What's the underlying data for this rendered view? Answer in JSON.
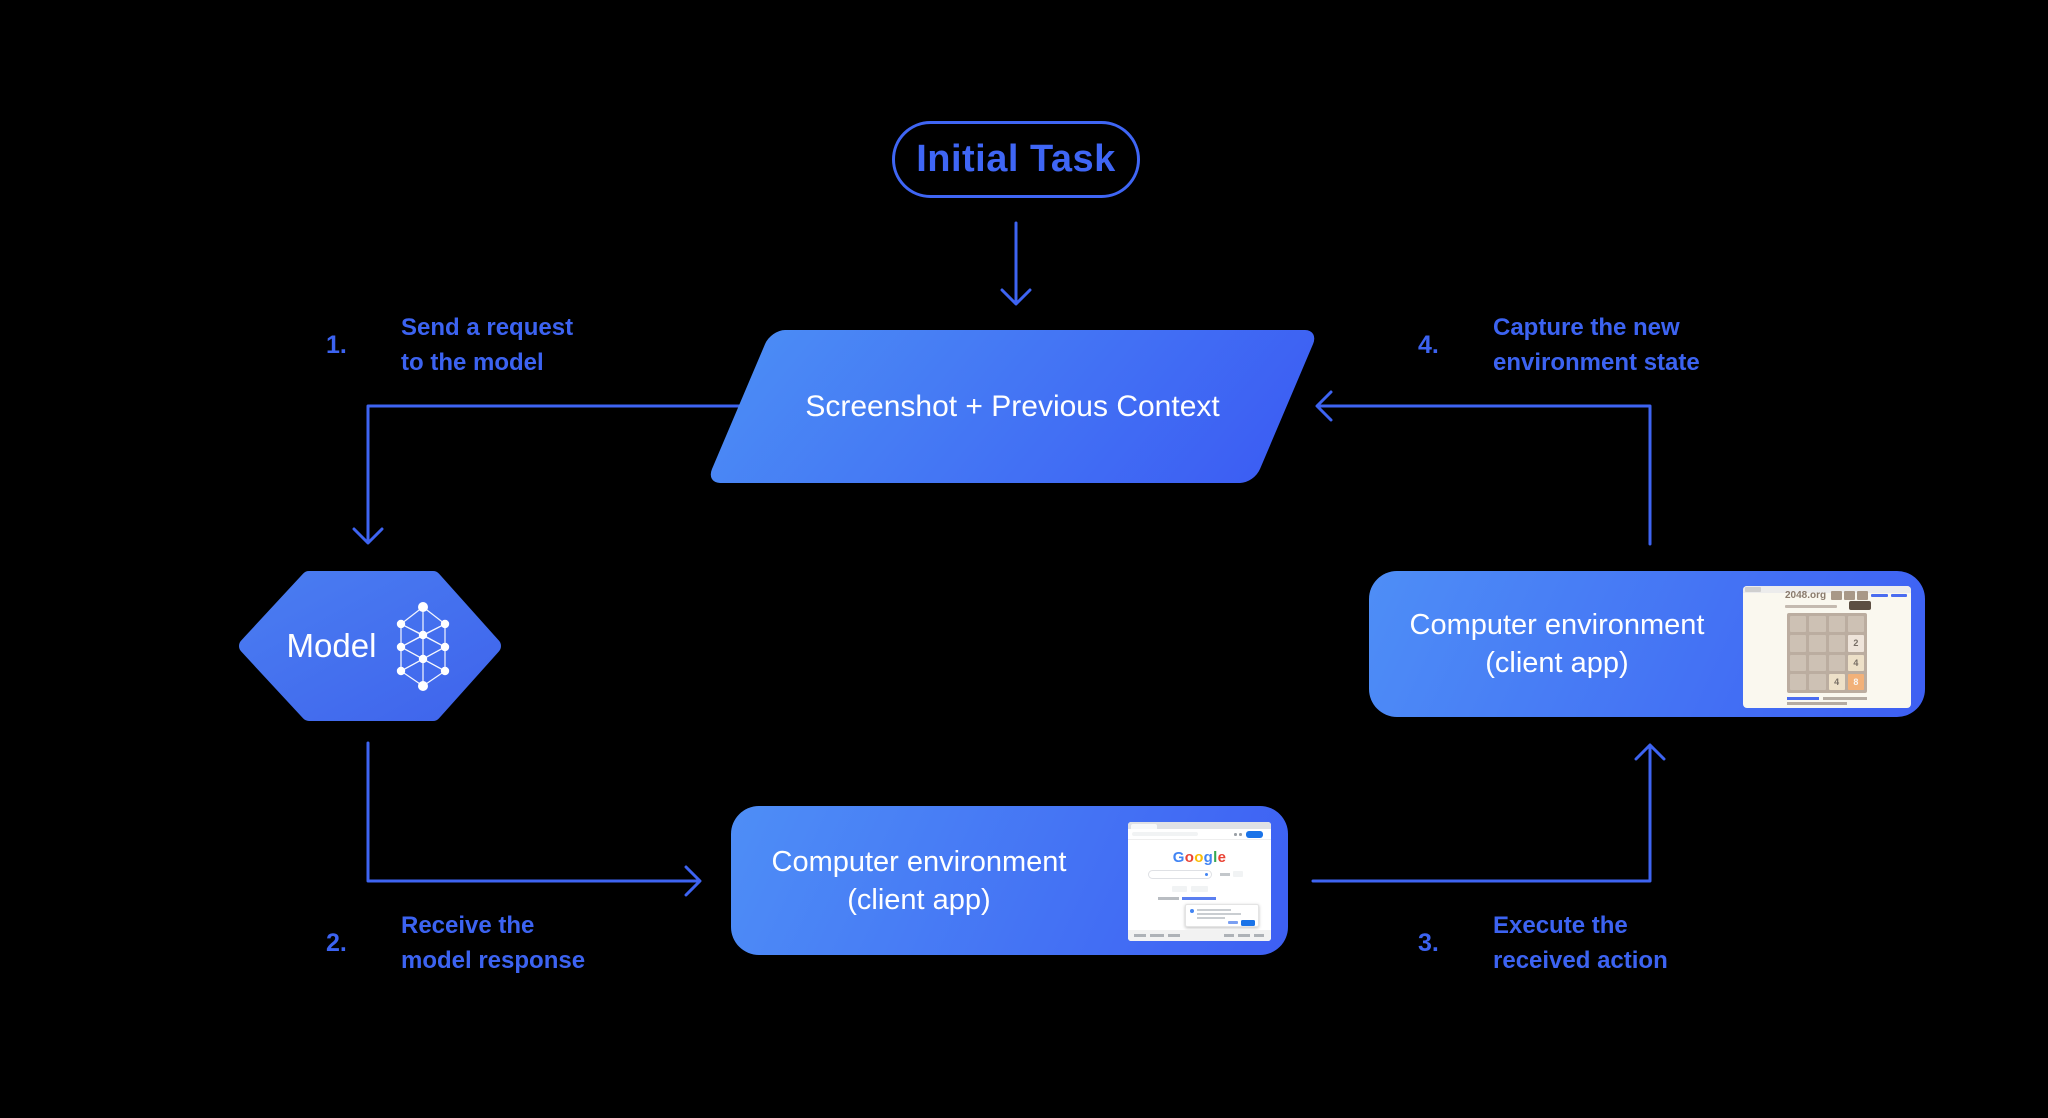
{
  "colors": {
    "background": "#000000",
    "accent": "#3E64F2",
    "shape_gradient_start": "#4E8EF6",
    "shape_gradient_end": "#3D5FF3",
    "shape_text": "#FFFFFF",
    "google_blue": "#1a73e8"
  },
  "nodes": {
    "initial_task": {
      "label": "Initial Task"
    },
    "screenshot_context": {
      "label": "Screenshot + Previous Context"
    },
    "model": {
      "label": "Model"
    },
    "env_right": {
      "label": "Computer environment\n(client app)"
    },
    "env_bottom": {
      "label": "Computer environment\n(client app)"
    }
  },
  "steps": [
    {
      "num": "1.",
      "text": "Send a request\nto the model"
    },
    {
      "num": "2.",
      "text": "Receive the\nmodel response"
    },
    {
      "num": "3.",
      "text": "Execute the\nreceived action"
    },
    {
      "num": "4.",
      "text": "Capture the new\nenvironment state"
    }
  ],
  "mini_2048": {
    "site_title": "2048.org",
    "tiles": [
      {
        "value": "2"
      },
      {
        "value": "4"
      },
      {
        "value": "4"
      },
      {
        "value": "8"
      }
    ]
  },
  "mini_google": {
    "logo_letters": [
      {
        "ch": "G",
        "color": "#4285F4"
      },
      {
        "ch": "o",
        "color": "#EA4335"
      },
      {
        "ch": "o",
        "color": "#FBBC05"
      },
      {
        "ch": "g",
        "color": "#4285F4"
      },
      {
        "ch": "l",
        "color": "#34A853"
      },
      {
        "ch": "e",
        "color": "#EA4335"
      }
    ]
  }
}
